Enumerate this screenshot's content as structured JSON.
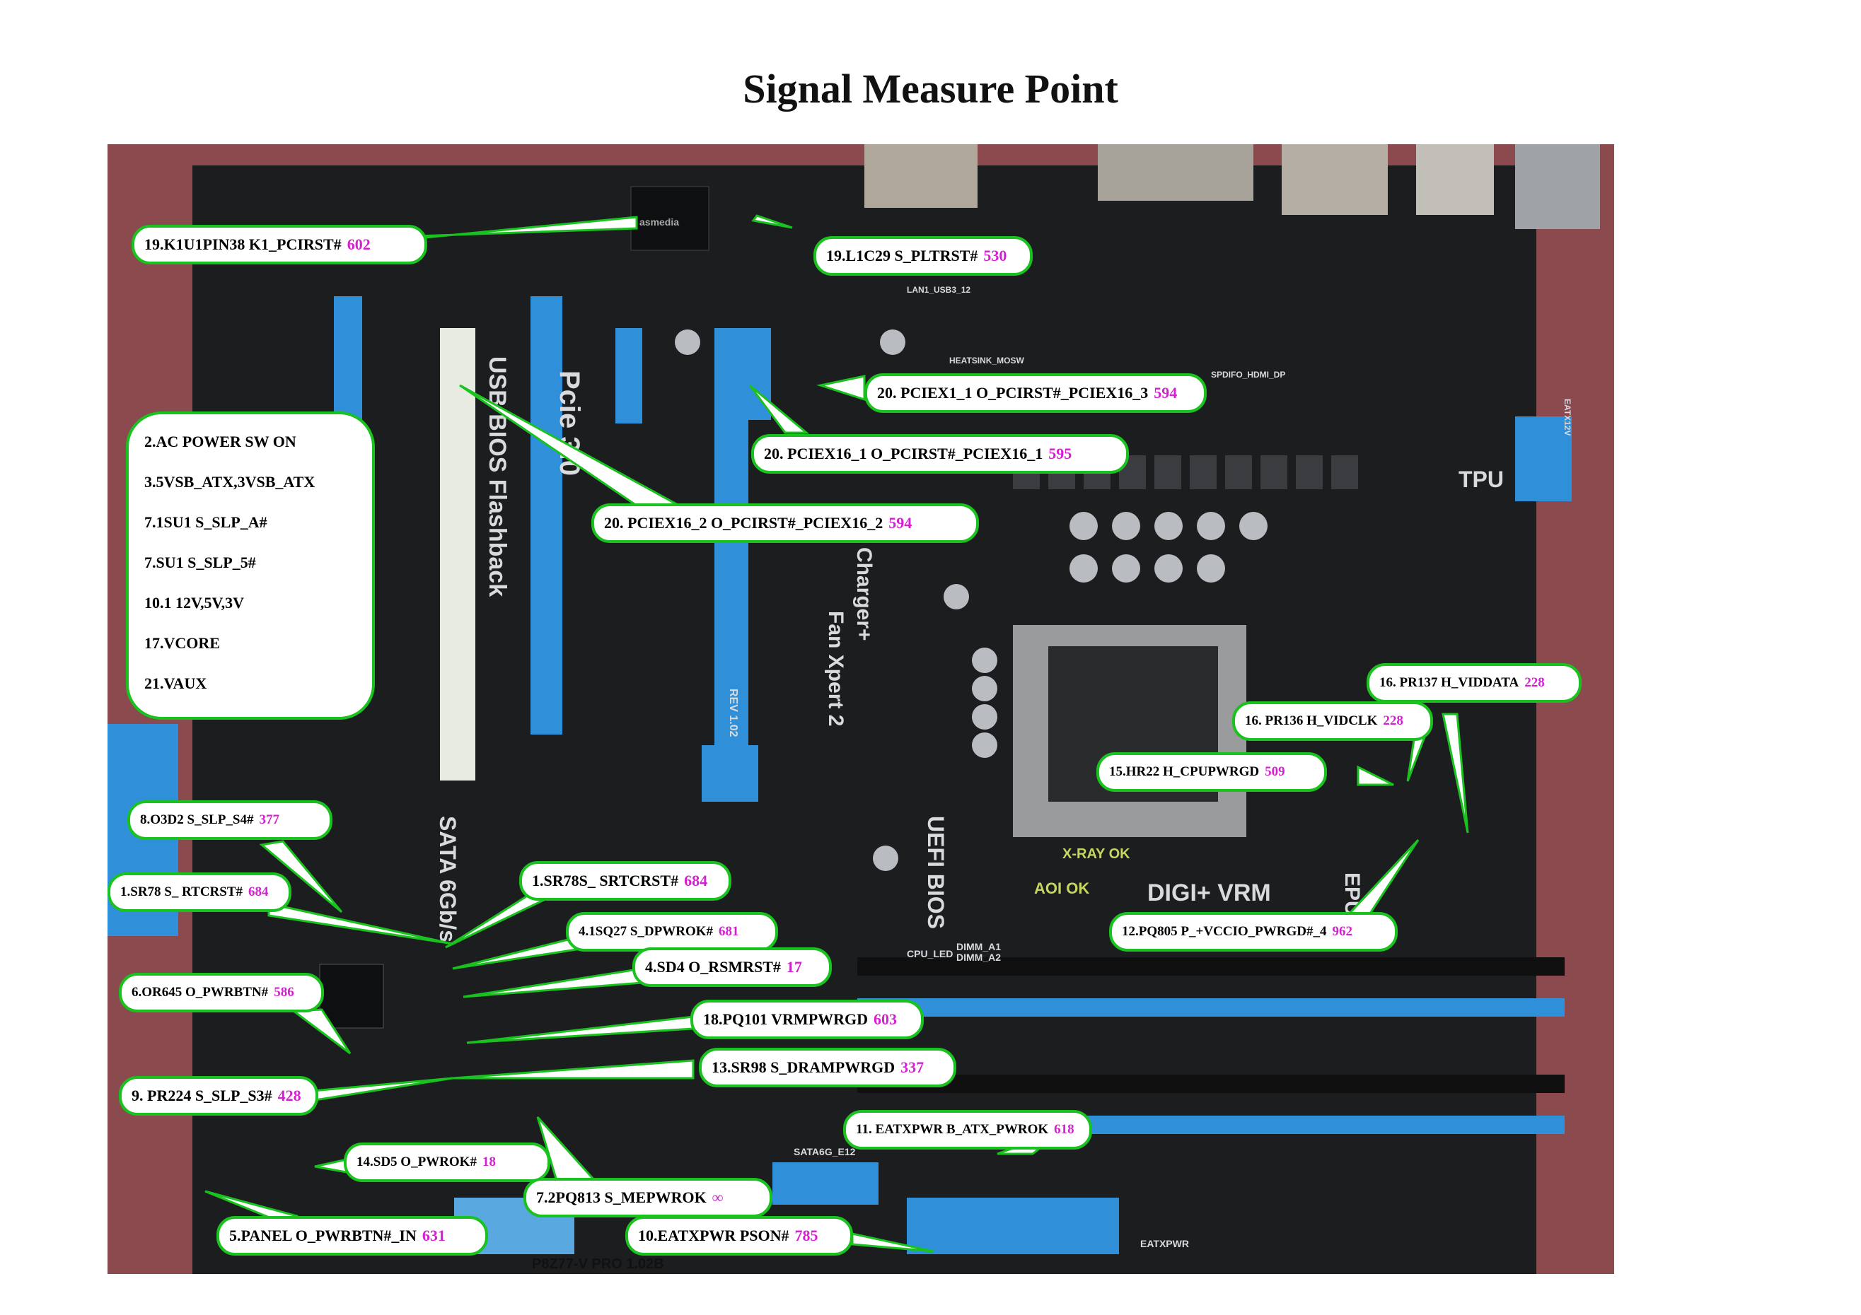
{
  "title": "Signal Measure Point",
  "board": {
    "silkscreen": [
      "Pcie 3.0",
      "USB BIOS Flashback",
      "UEFI BIOS",
      "DIGI+ VRM",
      "EPU",
      "TPU",
      "SATA 6Gb/s",
      "Charger+",
      "Fan Xpert 2",
      "X-RAY OK",
      "AOI OK",
      "P8Z77-V PRO 1.02B",
      "REV 1.02",
      "CPU_LED",
      "DIMM_A1",
      "DIMM_A2",
      "EATXPWR",
      "SATA6G_E12",
      "LAN1_USB3_12",
      "HEATSINK_MOSW",
      "SPDIFO_HDMI_DP",
      "EATX12V",
      "asmedia"
    ]
  },
  "legend": [
    "2.AC POWER SW ON",
    "3.5VSB_ATX,3VSB_ATX",
    "7.1SU1    S_SLP_A#",
    "7.SU1    S_SLP_5#",
    "10.1 12V,5V,3V",
    "17.VCORE",
    "21.VAUX"
  ],
  "callouts": [
    {
      "label": "19.K1U1PIN38 K1_PCIRST#",
      "value": "602"
    },
    {
      "label": "19.L1C29 S_PLTRST#",
      "value": "530"
    },
    {
      "label": "20. PCIEX1_1 O_PCIRST#_PCIEX16_3",
      "value": "594"
    },
    {
      "label": "20. PCIEX16_1    O_PCIRST#_PCIEX16_1",
      "value": "595"
    },
    {
      "label": "20. PCIEX16_2 O_PCIRST#_PCIEX16_2",
      "value": "594"
    },
    {
      "label": "16. PR137 H_VIDDATA",
      "value": "228"
    },
    {
      "label": "16. PR136    H_VIDCLK",
      "value": "228"
    },
    {
      "label": "15.HR22 H_CPUPWRGD",
      "value": "509"
    },
    {
      "label": "8.O3D2    S_SLP_S4#",
      "value": "377"
    },
    {
      "label": "1.SR78S_ SRTCRST#",
      "value": "684"
    },
    {
      "label": "1.SR78 S_ RTCRST#",
      "value": "684"
    },
    {
      "label": "4.1SQ27    S_DPWROK#",
      "value": "681"
    },
    {
      "label": "12.PQ805    P_+VCCIO_PWRGD#_4",
      "value": "962"
    },
    {
      "label": "4.SD4    O_RSMRST#",
      "value": "17"
    },
    {
      "label": "6.OR645    O_PWRBTN#",
      "value": "586"
    },
    {
      "label": "18.PQ101 VRMPWRGD",
      "value": "603"
    },
    {
      "label": "13.SR98 S_DRAMPWRGD",
      "value": "337"
    },
    {
      "label": "9. PR224 S_SLP_S3#",
      "value": "428"
    },
    {
      "label": "11. EATXPWR B_ATX_PWROK",
      "value": "618"
    },
    {
      "label": "14.SD5    O_PWROK#",
      "value": "18"
    },
    {
      "label": "7.2PQ813    S_MEPWROK",
      "value": "∞"
    },
    {
      "label": "5.PANEL    O_PWRBTN#_IN",
      "value": "631"
    },
    {
      "label": "10.EATXPWR PSON#",
      "value": "785"
    }
  ],
  "colors": {
    "callout_border": "#19c21e",
    "value_text": "#d51fd2",
    "slot_blue": "#2f8fd8",
    "slot_white": "#e8ebe2",
    "pcb": "#1d1f21"
  }
}
